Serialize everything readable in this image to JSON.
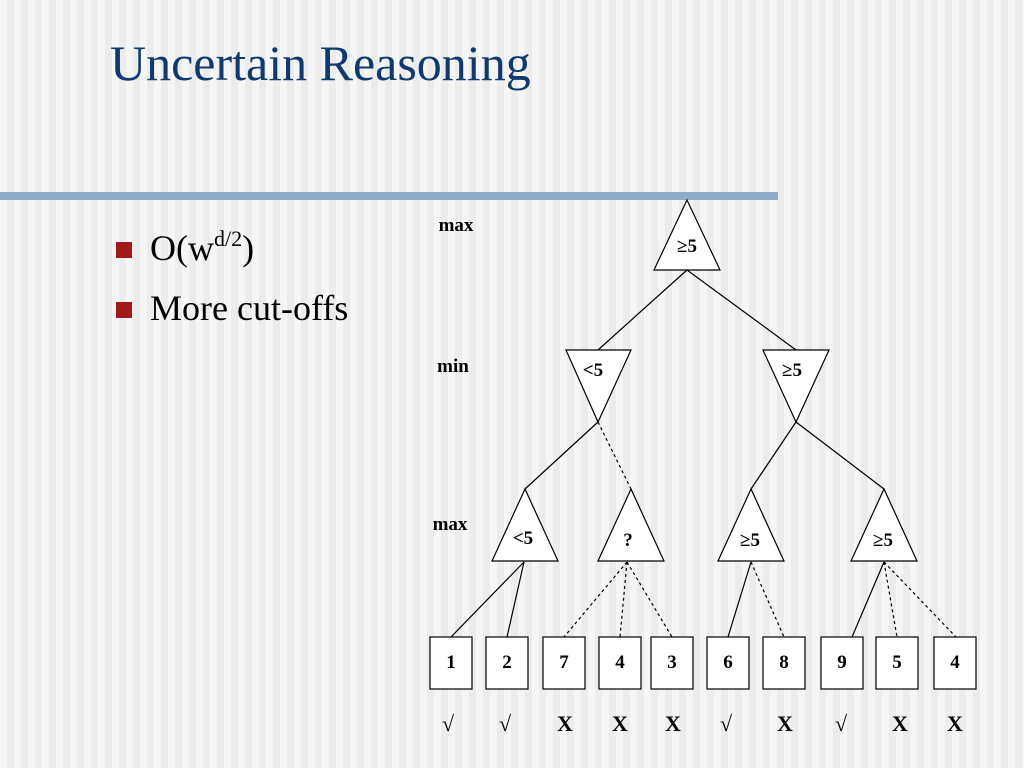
{
  "slide": {
    "title": "Uncertain Reasoning",
    "bullets": [
      {
        "base": "O(w",
        "sup": "d/2",
        "tail": ")"
      },
      {
        "text": "More cut-offs"
      }
    ]
  },
  "colors": {
    "title": "#103a6e",
    "bullet": "#a11a1a",
    "rule": "#8eabc9"
  },
  "tree": {
    "level_labels": [
      "max",
      "min",
      "max"
    ],
    "root": {
      "label": "≥5"
    },
    "min_nodes": [
      {
        "label": "<5"
      },
      {
        "label": "≥5"
      }
    ],
    "max_nodes": [
      {
        "label": "<5"
      },
      {
        "label": "?"
      },
      {
        "label": "≥5"
      },
      {
        "label": "≥5"
      }
    ],
    "leaves": [
      {
        "value": "1",
        "mark": "√"
      },
      {
        "value": "2",
        "mark": "√"
      },
      {
        "value": "7",
        "mark": "X"
      },
      {
        "value": "4",
        "mark": "X"
      },
      {
        "value": "3",
        "mark": "X"
      },
      {
        "value": "6",
        "mark": "√"
      },
      {
        "value": "8",
        "mark": "X"
      },
      {
        "value": "9",
        "mark": "√"
      },
      {
        "value": "5",
        "mark": "X"
      },
      {
        "value": "4",
        "mark": "X"
      }
    ]
  }
}
